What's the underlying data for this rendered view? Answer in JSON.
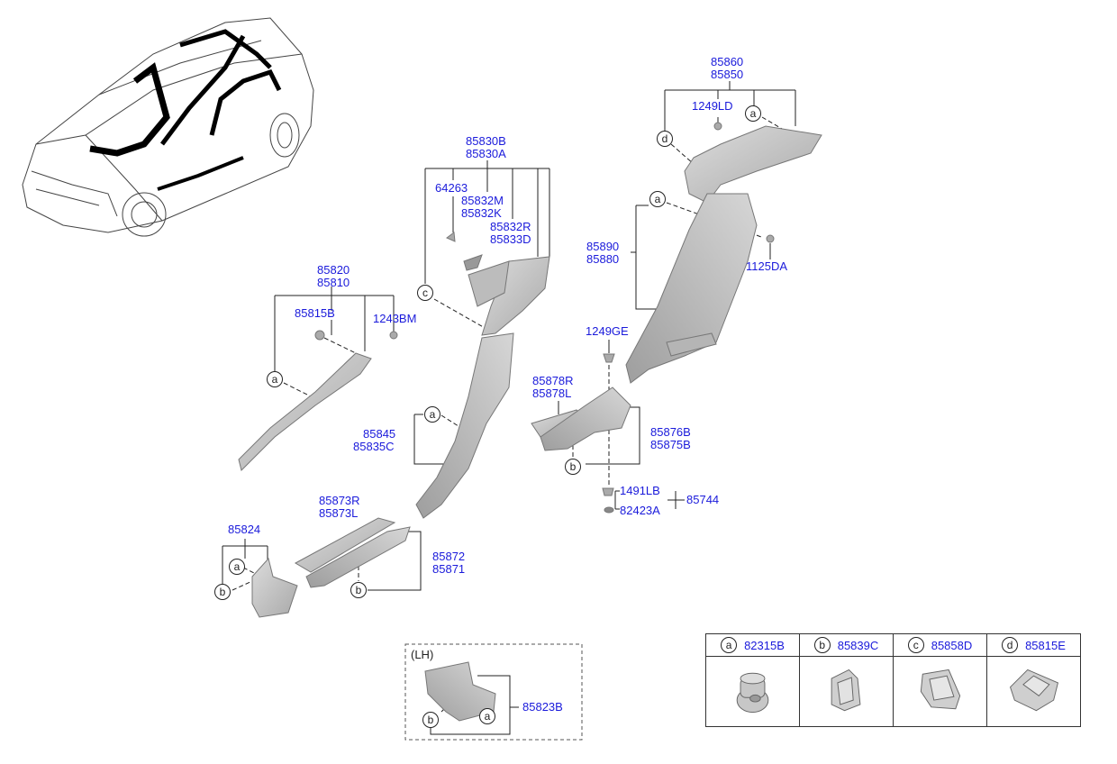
{
  "parts": {
    "p85860": "85860",
    "p85850": "85850",
    "p1249LD": "1249LD",
    "p85830B": "85830B",
    "p85830A": "85830A",
    "p64263": "64263",
    "p85832M": "85832M",
    "p85832K": "85832K",
    "p85832R": "85832R",
    "p85833D": "85833D",
    "p85890": "85890",
    "p85880": "85880",
    "p1125DA": "1125DA",
    "p85820": "85820",
    "p85810": "85810",
    "p85815B": "85815B",
    "p1243BM": "1243BM",
    "p1249GE": "1249GE",
    "p85878R": "85878R",
    "p85878L": "85878L",
    "p85845": "85845",
    "p85835C": "85835C",
    "p85876B": "85876B",
    "p85875B": "85875B",
    "p1491LB": "1491LB",
    "p85744": "85744",
    "p82423A": "82423A",
    "p85873R": "85873R",
    "p85873L": "85873L",
    "p85824": "85824",
    "p85872": "85872",
    "p85871": "85871",
    "p85823B": "85823B"
  },
  "refs": {
    "a": "a",
    "b": "b",
    "c": "c",
    "d": "d"
  },
  "lh_label": "(LH)",
  "legend": [
    {
      "ref": "a",
      "code": "82315B"
    },
    {
      "ref": "b",
      "code": "85839C"
    },
    {
      "ref": "c",
      "code": "85858D"
    },
    {
      "ref": "d",
      "code": "85815E"
    }
  ],
  "colors": {
    "label": "#1a1adb",
    "part_fill": "#c9c9c9",
    "line": "#222222"
  }
}
